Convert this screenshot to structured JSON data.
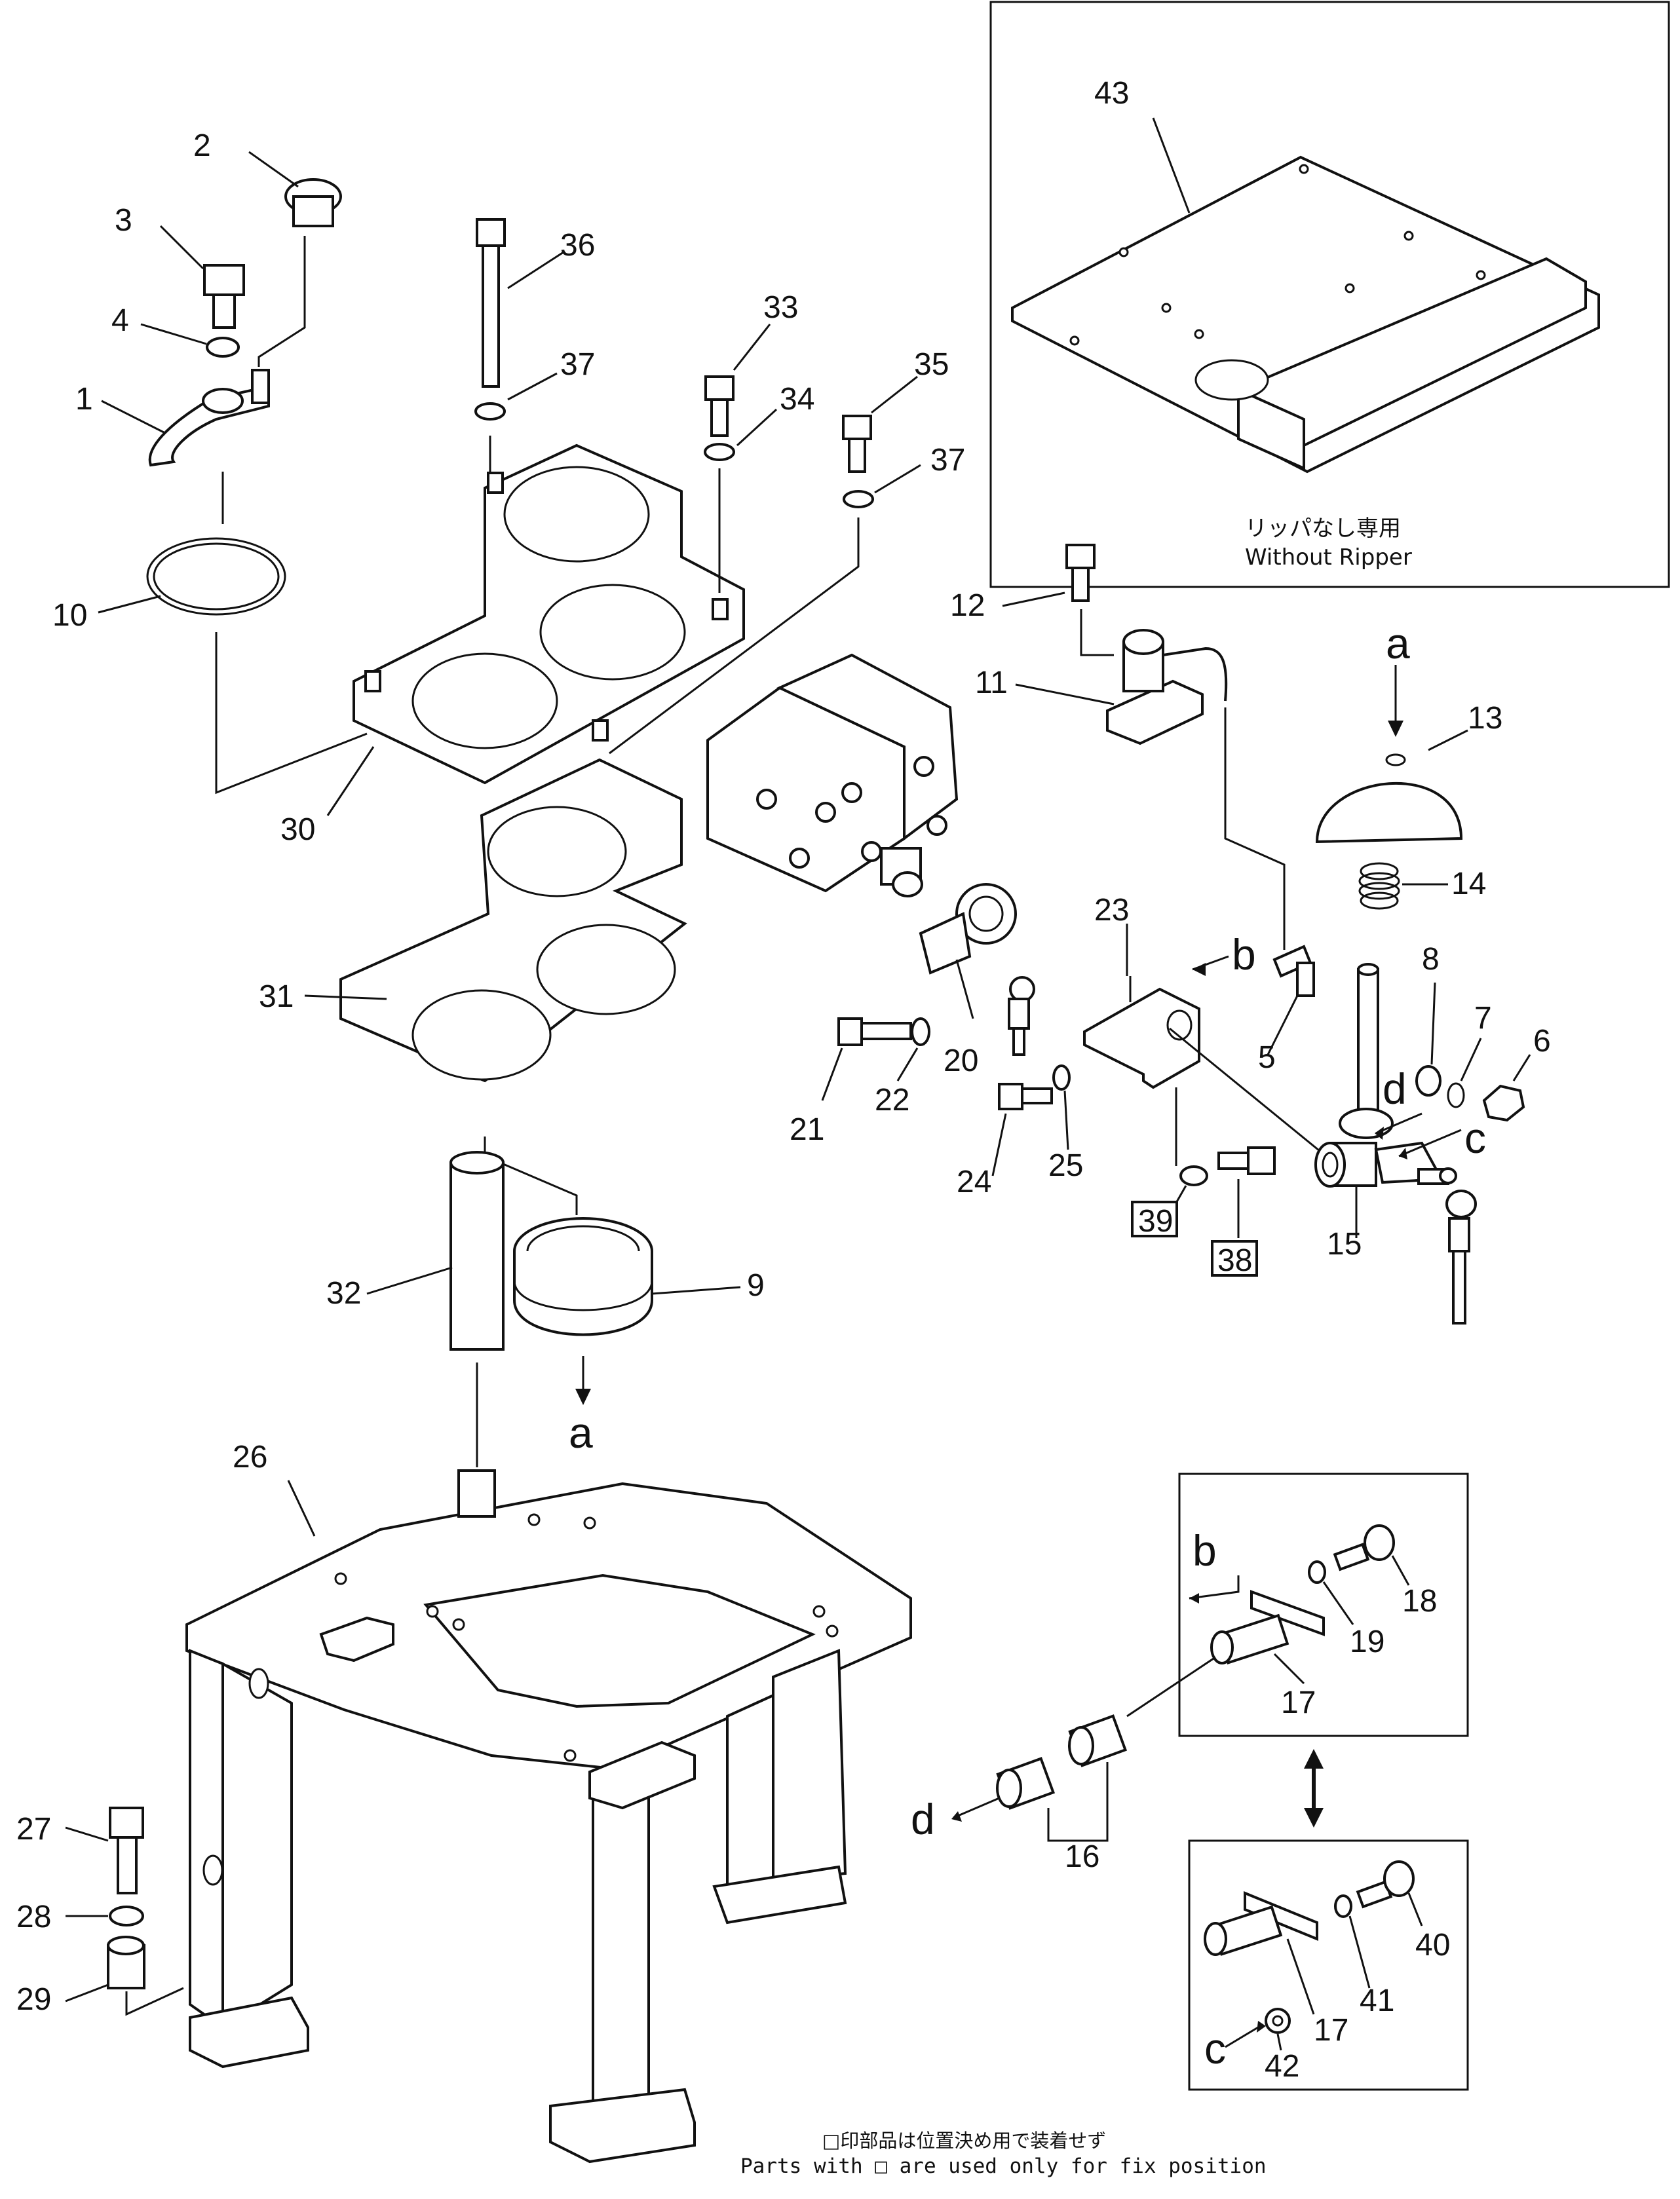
{
  "labels": {
    "p1": "1",
    "p2": "2",
    "p3": "3",
    "p4": "4",
    "p5": "5",
    "p6": "6",
    "p7": "7",
    "p8": "8",
    "p9": "9",
    "p10": "10",
    "p11": "11",
    "p12": "12",
    "p13": "13",
    "p14": "14",
    "p15": "15",
    "p16": "16",
    "p17a": "17",
    "p17b": "17",
    "p18": "18",
    "p19": "19",
    "p20": "20",
    "p21": "21",
    "p22": "22",
    "p23": "23",
    "p24": "24",
    "p25": "25",
    "p26": "26",
    "p27": "27",
    "p28": "28",
    "p29": "29",
    "p30": "30",
    "p31": "31",
    "p32": "32",
    "p33": "33",
    "p34": "34",
    "p35": "35",
    "p36": "36",
    "p37a": "37",
    "p37b": "37",
    "p38": "38",
    "p39": "39",
    "p40": "40",
    "p41": "41",
    "p42": "42",
    "p43": "43"
  },
  "refs": {
    "a_top": "a",
    "a_bottom": "a",
    "b_main": "b",
    "b_inset": "b",
    "c_main": "c",
    "c_inset": "c",
    "d_main": "d",
    "d_inset": "d"
  },
  "inset_caption": {
    "jp": "リッパなし専用",
    "en": "Without  Ripper"
  },
  "footnote": {
    "jp": "□印部品は位置決め用で装着せず",
    "en": "Parts  with  □  are  used  only  for  fix  position"
  }
}
